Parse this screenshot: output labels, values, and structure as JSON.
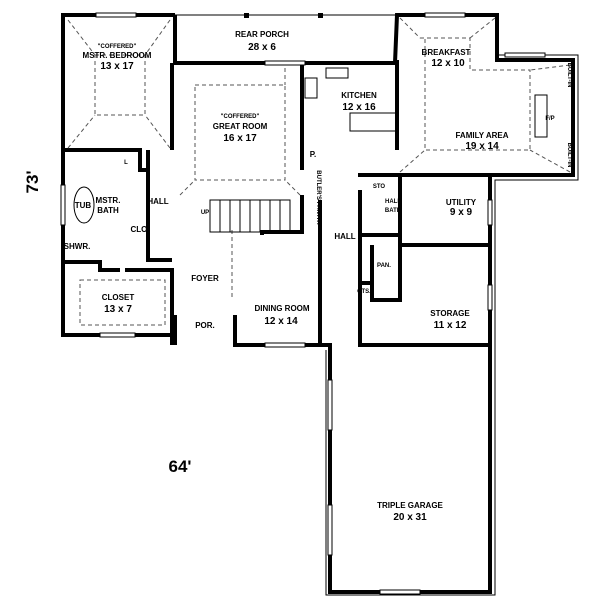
{
  "plan": {
    "overall_width": "64'",
    "overall_depth": "73'",
    "rooms": {
      "rear_porch": {
        "name": "REAR PORCH",
        "size": "28 x 6"
      },
      "master_bedroom": {
        "note": "\"COFFERED\"",
        "name": "MSTR. BEDROOM",
        "size": "13 x 17"
      },
      "great_room": {
        "note": "\"COFFERED\"",
        "name": "GREAT ROOM",
        "size": "16 x 17"
      },
      "kitchen": {
        "name": "KITCHEN",
        "size": "12 x 16"
      },
      "breakfast": {
        "name": "BREAKFAST",
        "size": "12 x 10"
      },
      "family_area": {
        "name": "FAMILY AREA",
        "size": "19 x 14"
      },
      "fireplace": {
        "name": "F/P"
      },
      "built_in_top": {
        "name": "BUILT-IN"
      },
      "built_in_bottom": {
        "name": "BUILT-IN"
      },
      "hall_left": {
        "name": "HALL"
      },
      "tub": {
        "name": "TUB"
      },
      "master_bath": {
        "name_1": "MSTR.",
        "name_2": "BATH"
      },
      "linen": {
        "name": "L"
      },
      "closet_small": {
        "name": "CLO."
      },
      "shower": {
        "name": "SHWR."
      },
      "closet": {
        "name": "CLOSET",
        "size": "13 x 7"
      },
      "stairs": {
        "name": "UP"
      },
      "butlers_pantry": {
        "name": "BUTLER'S PANTRY"
      },
      "pantry_small": {
        "name": "P."
      },
      "foyer": {
        "name": "FOYER"
      },
      "porch_front": {
        "name": "POR."
      },
      "dining_room": {
        "name": "DINING ROOM",
        "size": "12 x 14"
      },
      "hall_right": {
        "name": "HALL"
      },
      "storage_small": {
        "name": "STO"
      },
      "half_bath": {
        "name_1": "HALF",
        "name_2": "BATH"
      },
      "utility": {
        "name": "UTILITY",
        "size": "9 x 9"
      },
      "pantry": {
        "name": "PAN."
      },
      "cts": {
        "name": "CTS."
      },
      "storage": {
        "name": "STORAGE",
        "size": "11 x 12"
      },
      "garage": {
        "name": "TRIPLE GARAGE",
        "size": "20 x 31"
      }
    }
  }
}
